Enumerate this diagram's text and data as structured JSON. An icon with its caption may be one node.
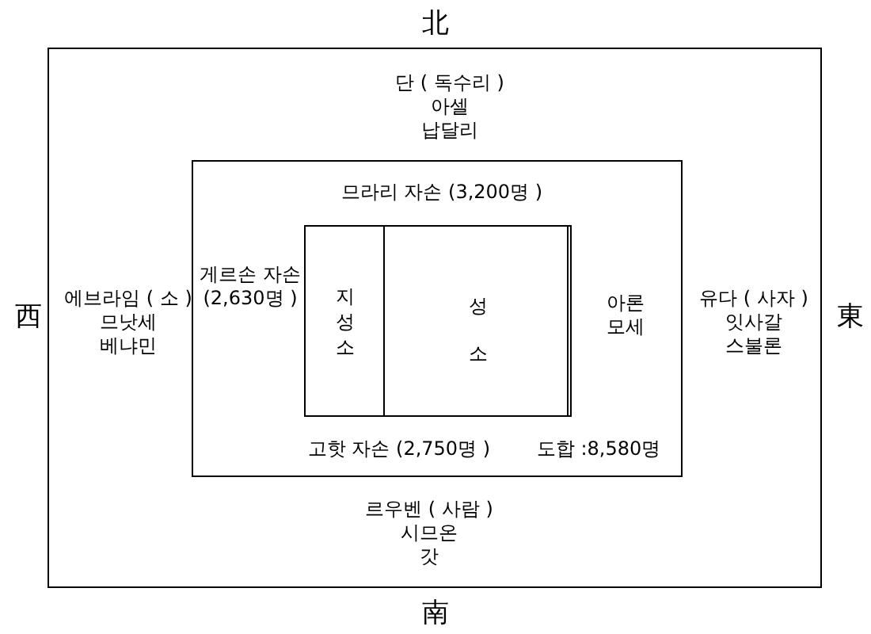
{
  "diagram": {
    "nodes": [
      {
        "text": [
          "단 ( 독수리 )",
          "아셀",
          "납달리",
          "에브라임 ( 소 )",
          "므낫세",
          "베냐민",
          "유다 ( 사자 )",
          "잇사갈",
          "스불론",
          "르우벤 ( 사람 )",
          "시므온",
          "갓"
        ]
      },
      {
        "text": [
          "므라리 자손 (3,200명 )",
          "게르손 자손 (2,630명 )",
          "아론",
          "모세",
          "고핫 자손 (2,750명 )",
          "도합 :8,580명"
        ],
        "in": 0
      },
      {
        "text": [],
        "shape": "box",
        "in": 1
      },
      {
        "text": [
          "지성소"
        ],
        "in": 2
      },
      {
        "text": [
          "성소"
        ],
        "in": 2
      }
    ],
    "edges": [],
    "labels": [
      "北",
      "西",
      "東",
      "南"
    ]
  }
}
